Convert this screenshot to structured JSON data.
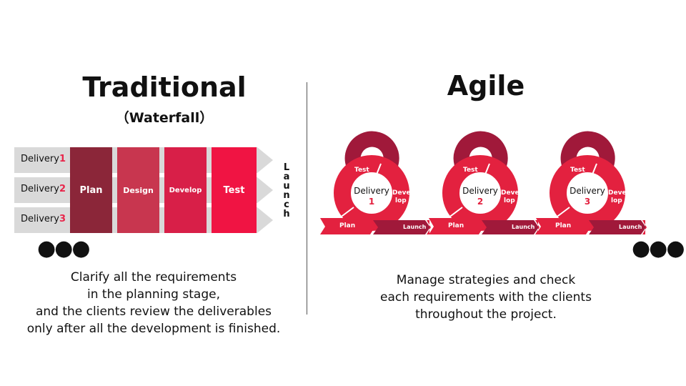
{
  "traditional": {
    "title": "Traditional",
    "subtitle": "（Waterfall）",
    "deliveries": [
      {
        "label": "Delivery",
        "num": "1"
      },
      {
        "label": "Delivery",
        "num": "2"
      },
      {
        "label": "Delivery",
        "num": "3"
      }
    ],
    "phases": [
      {
        "label": "Plan",
        "color": "#8b2639"
      },
      {
        "label": "Design",
        "color": "#c8364f"
      },
      {
        "label": "Develop",
        "color": "#d81f48"
      },
      {
        "label": "Test",
        "color": "#f01443"
      }
    ],
    "launch": "Launch",
    "more": "●●●",
    "description": [
      "Clarify all the requirements",
      "in the planning stage,",
      "and the clients review the deliverables",
      "only after all the development is finished."
    ]
  },
  "agile": {
    "title": "Agile",
    "cycles": [
      {
        "center": "Delivery",
        "num": "1",
        "test": "Test",
        "develop1": "Deve",
        "develop2": "lop",
        "plan": "Plan",
        "launch": "Launch"
      },
      {
        "center": "Delivery",
        "num": "2",
        "test": "Test",
        "develop1": "Deve",
        "develop2": "lop",
        "plan": "Plan",
        "launch": "Launch"
      },
      {
        "center": "Delivery",
        "num": "3",
        "test": "Test",
        "develop1": "Deve",
        "develop2": "lop",
        "plan": "Plan",
        "launch": "Launch"
      }
    ],
    "more": "●●●",
    "description": [
      "Manage strategies and check",
      "each requirements with the clients",
      "throughout the project."
    ],
    "colors": {
      "red": "#e3213f",
      "dark": "#a0193a"
    }
  }
}
